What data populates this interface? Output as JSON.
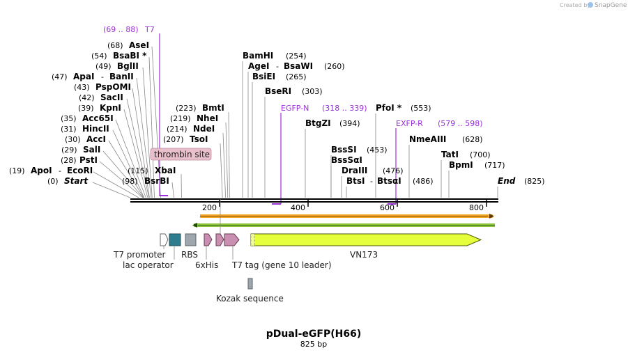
{
  "watermark": {
    "created_by": "Created by",
    "brand": "SnapGene"
  },
  "map": {
    "title": "pDual-eGFP(H66)",
    "length_label": "825 bp",
    "length": 825
  },
  "sites_left": [
    {
      "pos": "(0)",
      "name": "Start",
      "italic": true,
      "bp": 0
    },
    {
      "pos": "(19)",
      "name": "ApoI",
      "name2": "EcoRI",
      "bp": 19
    },
    {
      "pos": "(28)",
      "name": "PstI",
      "bp": 28
    },
    {
      "pos": "(29)",
      "name": "SalI",
      "bp": 29
    },
    {
      "pos": "(30)",
      "name": "AccI",
      "bp": 30
    },
    {
      "pos": "(31)",
      "name": "HincII",
      "bp": 31
    },
    {
      "pos": "(35)",
      "name": "Acc65I",
      "bp": 35
    },
    {
      "pos": "(39)",
      "name": "KpnI",
      "bp": 39
    },
    {
      "pos": "(42)",
      "name": "SacII",
      "bp": 42
    },
    {
      "pos": "(43)",
      "name": "PspOMI",
      "bp": 43
    },
    {
      "pos": "(47)",
      "name": "ApaI",
      "name2": "BanII",
      "bp": 47
    },
    {
      "pos": "(49)",
      "name": "BglII",
      "bp": 49
    },
    {
      "pos": "(54)",
      "name": "BsaBI *",
      "bp": 54
    },
    {
      "pos": "(68)",
      "name": "AseI",
      "bp": 68
    }
  ],
  "sites_mid": [
    {
      "pos": "(98)",
      "name": "BsrBI",
      "bp": 98
    },
    {
      "pos": "(115)",
      "name": "XbaI",
      "bp": 115
    },
    {
      "pos": "(207)",
      "name": "TsoI",
      "bp": 207
    },
    {
      "pos": "(214)",
      "name": "NdeI",
      "bp": 214
    },
    {
      "pos": "(219)",
      "name": "NheI",
      "bp": 219
    },
    {
      "pos": "(223)",
      "name": "BmtI",
      "bp": 223
    }
  ],
  "sites_right": [
    {
      "name": "BamHI",
      "pos": "(254)",
      "bp": 254
    },
    {
      "name": "AgeI",
      "name2": "BsaWI",
      "pos": "(260)",
      "bp": 260
    },
    {
      "name": "BsiEI",
      "pos": "(265)",
      "bp": 265
    },
    {
      "name": "BseRI",
      "pos": "(303)",
      "bp": 303
    },
    {
      "name": "BtgZI",
      "pos": "(394)",
      "bp": 394
    },
    {
      "name": "BssSI",
      "pos": "(453)",
      "bp": 453
    },
    {
      "name": "BssSαI",
      "pos": "",
      "bp": 453
    },
    {
      "name": "DraIII",
      "pos": "(476)",
      "bp": 476
    },
    {
      "name": "BtsI",
      "name2": "BtsαI",
      "pos": "(486)",
      "bp": 486
    },
    {
      "name": "PfoI *",
      "pos": "(553)",
      "bp": 553
    },
    {
      "name": "NmeAIII",
      "pos": "(628)",
      "bp": 628
    },
    {
      "name": "TatI",
      "pos": "(700)",
      "bp": 700
    },
    {
      "name": "BpmI",
      "pos": "(717)",
      "bp": 717
    },
    {
      "name": "End",
      "pos": "(825)",
      "italic": true,
      "bp": 825
    }
  ],
  "primers": [
    {
      "range": "(69 .. 88)",
      "name": "T7",
      "start": 69,
      "end": 88
    },
    {
      "name": "EGFP-N",
      "range": "(318 .. 339)",
      "start": 318,
      "end": 339
    },
    {
      "name": "EXFP-R",
      "range": "(579 .. 598)",
      "start": 579,
      "end": 598
    }
  ],
  "thrombin_site": "thrombin site",
  "ruler": {
    "ticks": [
      "200",
      "400",
      "600",
      "800"
    ],
    "values": [
      200,
      400,
      600,
      800
    ]
  },
  "features": {
    "t7_promoter": "T7 promoter",
    "lac_operator": "lac operator",
    "rbs": "RBS",
    "his": "6xHis",
    "t7_tag": "T7 tag (gene 10 leader)",
    "vn173": "VN173",
    "kozak": "Kozak sequence"
  },
  "colors": {
    "primer": "#9b30d9",
    "lac_operator": "#2e7d8f",
    "vn173": "#e6ff3c",
    "orange_strand": "#f5a623",
    "green_strand": "#8bc53f",
    "tag_feature": "#c98fb0",
    "thrombin_bg": "#e9bfcc"
  }
}
